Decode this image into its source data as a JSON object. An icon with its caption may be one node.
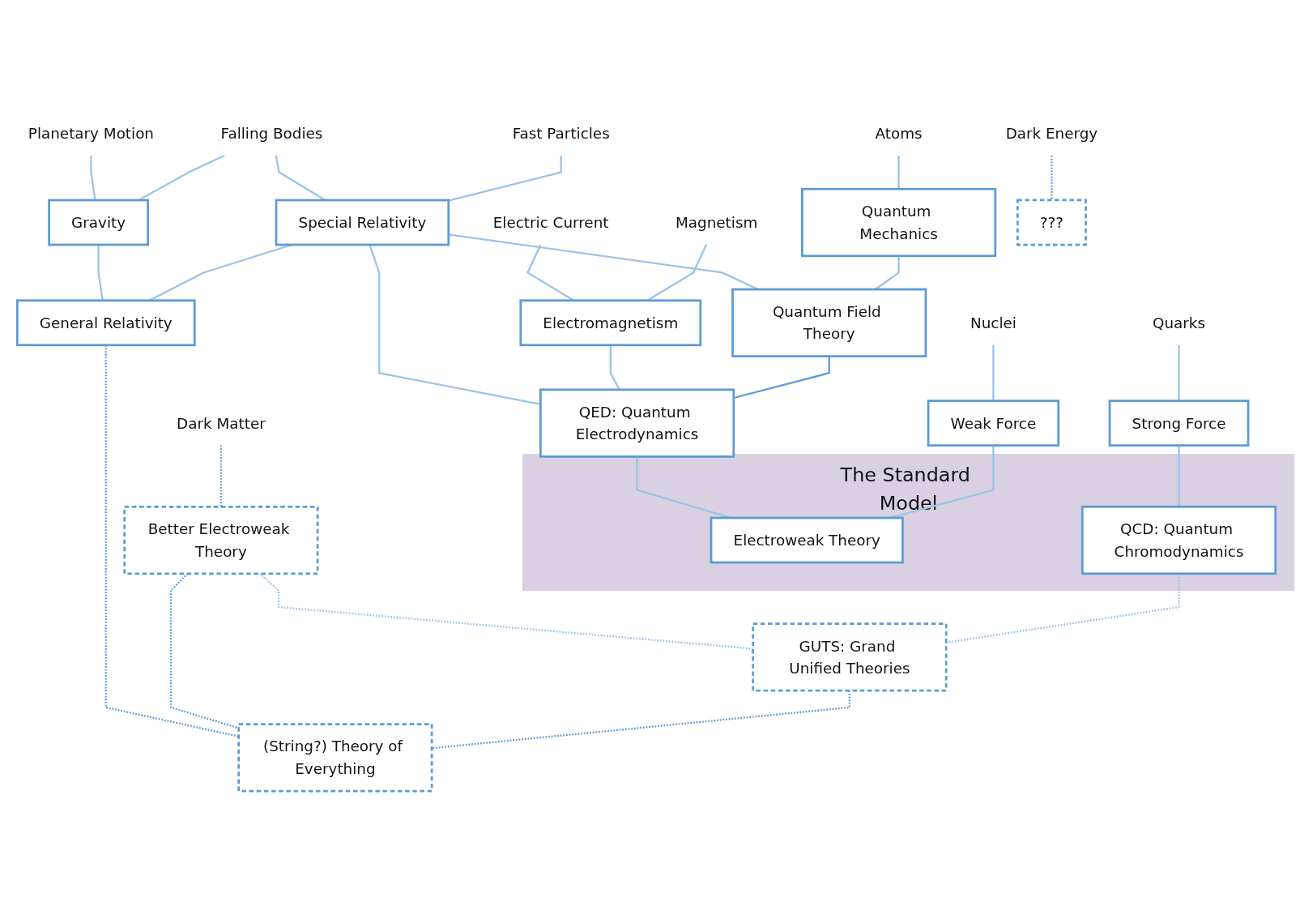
{
  "diagram": {
    "nodes": [
      {
        "text": [
          "Planetary Motion"
        ]
      },
      {
        "text": [
          "Falling Bodies"
        ]
      },
      {
        "text": [
          "Fast Particles"
        ]
      },
      {
        "text": [
          "Electric Current"
        ]
      },
      {
        "text": [
          "Magnetism"
        ]
      },
      {
        "text": [
          "Atoms"
        ]
      },
      {
        "text": [
          "Nuclei"
        ]
      },
      {
        "text": [
          "Quarks"
        ]
      },
      {
        "text": [
          "Gravity"
        ]
      },
      {
        "text": [
          "Special Relativity"
        ]
      },
      {
        "text": [
          "Electromagnetism"
        ]
      },
      {
        "text": [
          "Quantum Mechanics"
        ]
      },
      {
        "text": [
          "Weak Force"
        ]
      },
      {
        "text": [
          "Strong Force"
        ]
      },
      {
        "text": [
          "General Relativity"
        ]
      },
      {
        "text": [
          "Quantum Field Theory"
        ]
      },
      {
        "text": [
          "QED: Quantum Electrodynamics"
        ]
      },
      {
        "text": [
          "The Standard Model"
        ]
      },
      {
        "text": [
          "Electroweak Theory"
        ],
        "in": 17
      },
      {
        "text": [
          "QCD: Quantum Chromodynamics"
        ],
        "in": 17
      },
      {
        "text": [
          "Dark Matter"
        ]
      },
      {
        "text": [
          "Better Electroweak Theory"
        ]
      },
      {
        "text": [
          "???"
        ]
      },
      {
        "text": [
          "Dark Energy"
        ]
      },
      {
        "text": [
          "GUTS: Grand Unified Theories"
        ]
      },
      {
        "text": [
          "(String?) Theory of Everything"
        ]
      }
    ],
    "edges": [
      {
        "from": 0,
        "to": 8,
        "arrow": "none"
      },
      {
        "from": 1,
        "to": 8,
        "arrow": "none"
      },
      {
        "from": 1,
        "to": 9,
        "arrow": "none"
      },
      {
        "from": 2,
        "to": 9,
        "arrow": "none"
      },
      {
        "from": 3,
        "to": 10,
        "arrow": "none"
      },
      {
        "from": 4,
        "to": 10,
        "arrow": "none"
      },
      {
        "from": 5,
        "to": 11,
        "arrow": "none"
      },
      {
        "from": 6,
        "to": 12,
        "arrow": "none"
      },
      {
        "from": 7,
        "to": 13,
        "arrow": "none"
      },
      {
        "from": 8,
        "to": 14,
        "arrow": "none"
      },
      {
        "from": 9,
        "to": 14,
        "arrow": "none"
      },
      {
        "from": 9,
        "to": 15,
        "arrow": "none"
      },
      {
        "from": 9,
        "to": 16,
        "arrow": "none"
      },
      {
        "from": 10,
        "to": 16,
        "arrow": "none"
      },
      {
        "from": 11,
        "to": 15,
        "arrow": "none"
      },
      {
        "from": 15,
        "to": 16,
        "arrow": "none",
        "color": "#5b9bd5"
      },
      {
        "from": 16,
        "to": 18,
        "arrow": "none"
      },
      {
        "from": 12,
        "to": 18,
        "arrow": "none"
      },
      {
        "from": 13,
        "to": 19,
        "arrow": "none"
      },
      {
        "from": 14,
        "to": 25,
        "arrow": "none",
        "style": "dashed",
        "color": "#5b9bd5"
      },
      {
        "from": 20,
        "to": 21,
        "arrow": "none",
        "style": "dashed",
        "color": "#5b9bd5"
      },
      {
        "from": 23,
        "to": 22,
        "arrow": "none",
        "style": "dashed",
        "color": "#5b9bd5"
      },
      {
        "from": 21,
        "to": 25,
        "arrow": "none",
        "style": "dashed",
        "color": "#5b9bd5"
      },
      {
        "from": 21,
        "to": 24,
        "arrow": "none",
        "style": "dashed"
      },
      {
        "from": 19,
        "to": 24,
        "arrow": "none",
        "style": "dashed"
      },
      {
        "from": 24,
        "to": 25,
        "arrow": "none",
        "style": "dashed",
        "color": "#5b9bd5"
      }
    ]
  }
}
